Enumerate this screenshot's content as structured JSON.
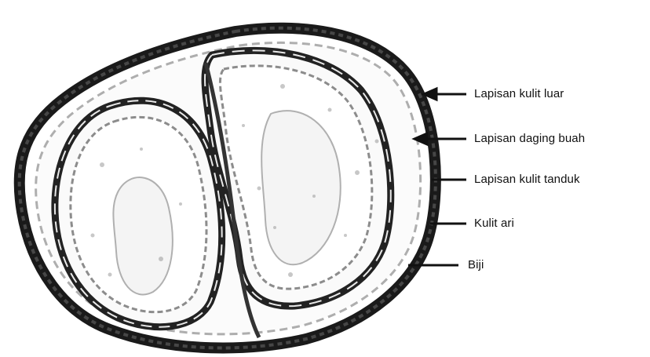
{
  "diagram": {
    "labels": [
      "Lapisan kulit luar",
      "Lapisan daging buah",
      "Lapisan kulit tanduk",
      "Kulit ari",
      "Biji"
    ]
  }
}
